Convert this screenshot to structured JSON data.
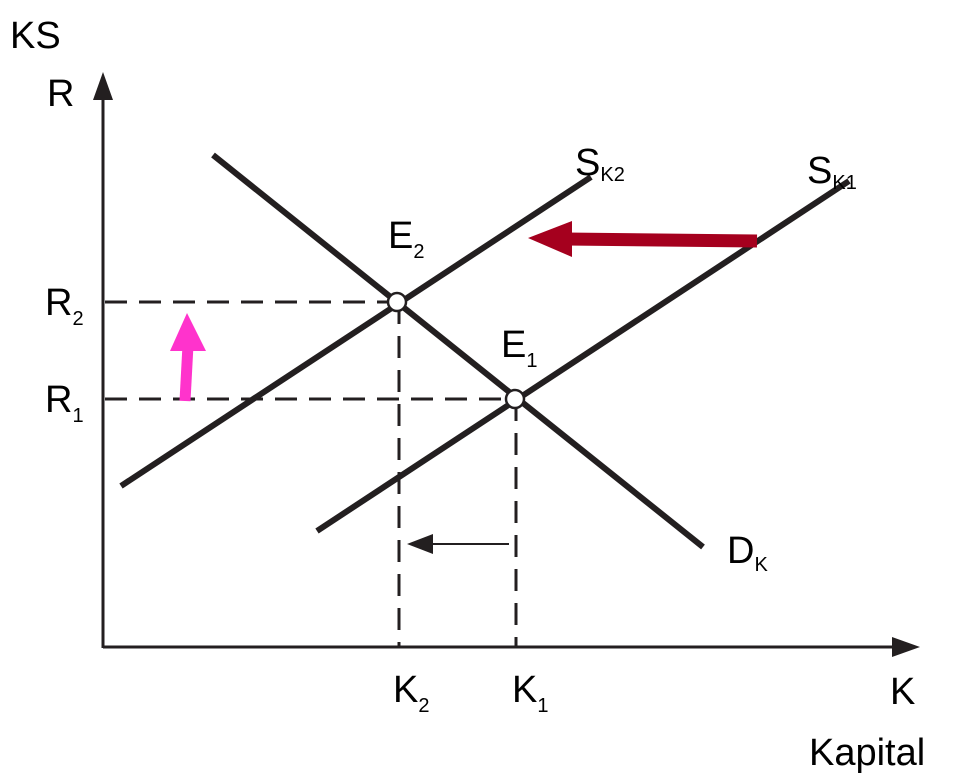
{
  "colors": {
    "ink": "#231f20",
    "supply_shift_arrow": "#a5001e",
    "rate_rise_arrow": "#ff33cc",
    "background": "#ffffff"
  },
  "labels": {
    "y_axis_top": "KS",
    "y_axis": "R",
    "x_axis": "K",
    "x_axis_caption": "Kapital",
    "supply_2": {
      "main": "S",
      "sub": "K2"
    },
    "supply_1": {
      "main": "S",
      "sub": "K1"
    },
    "demand": {
      "main": "D",
      "sub": "K"
    },
    "equilibrium_2": {
      "main": "E",
      "sub": "2"
    },
    "equilibrium_1": {
      "main": "E",
      "sub": "1"
    },
    "rate_2": {
      "main": "R",
      "sub": "2"
    },
    "rate_1": {
      "main": "R",
      "sub": "1"
    },
    "capital_2": {
      "main": "K",
      "sub": "2"
    },
    "capital_1": {
      "main": "K",
      "sub": "1"
    }
  },
  "icons": {
    "supply_shift": "arrow-left-icon",
    "rate_rise": "arrow-up-icon",
    "capital_decrease": "arrow-left-icon"
  }
}
